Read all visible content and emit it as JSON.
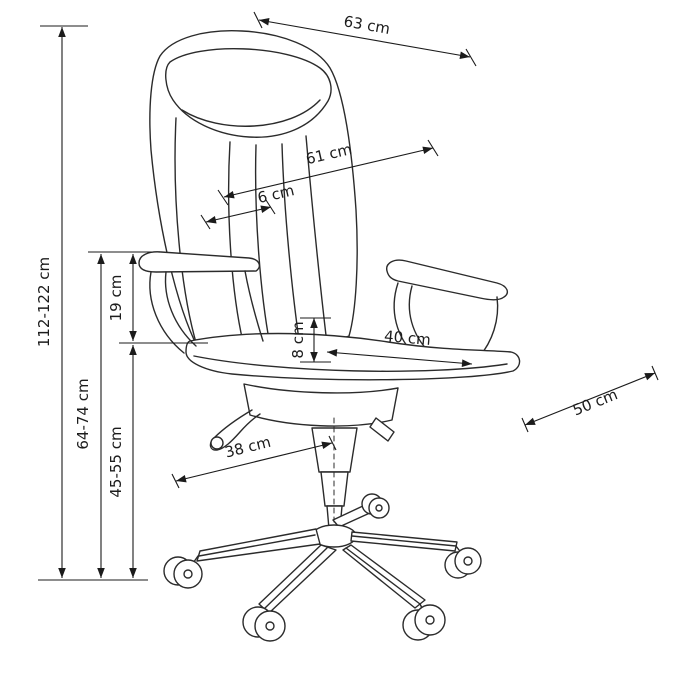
{
  "diagram": {
    "subject": "Office swivel chair dimension drawing",
    "unit": "cm",
    "dimensions": {
      "total_height": "112-122 cm",
      "backrest_top_width": "63 cm",
      "backrest_diagonal": "61 cm",
      "backrest_thickness": "6 cm",
      "armrest_to_seat": "19 cm",
      "floor_to_armrest": "64-74 cm",
      "seat_height": "45-55 cm",
      "cushion_thickness": "8 cm",
      "seat_width": "40 cm",
      "seat_depth": "50 cm",
      "base_span": "38 cm"
    }
  }
}
